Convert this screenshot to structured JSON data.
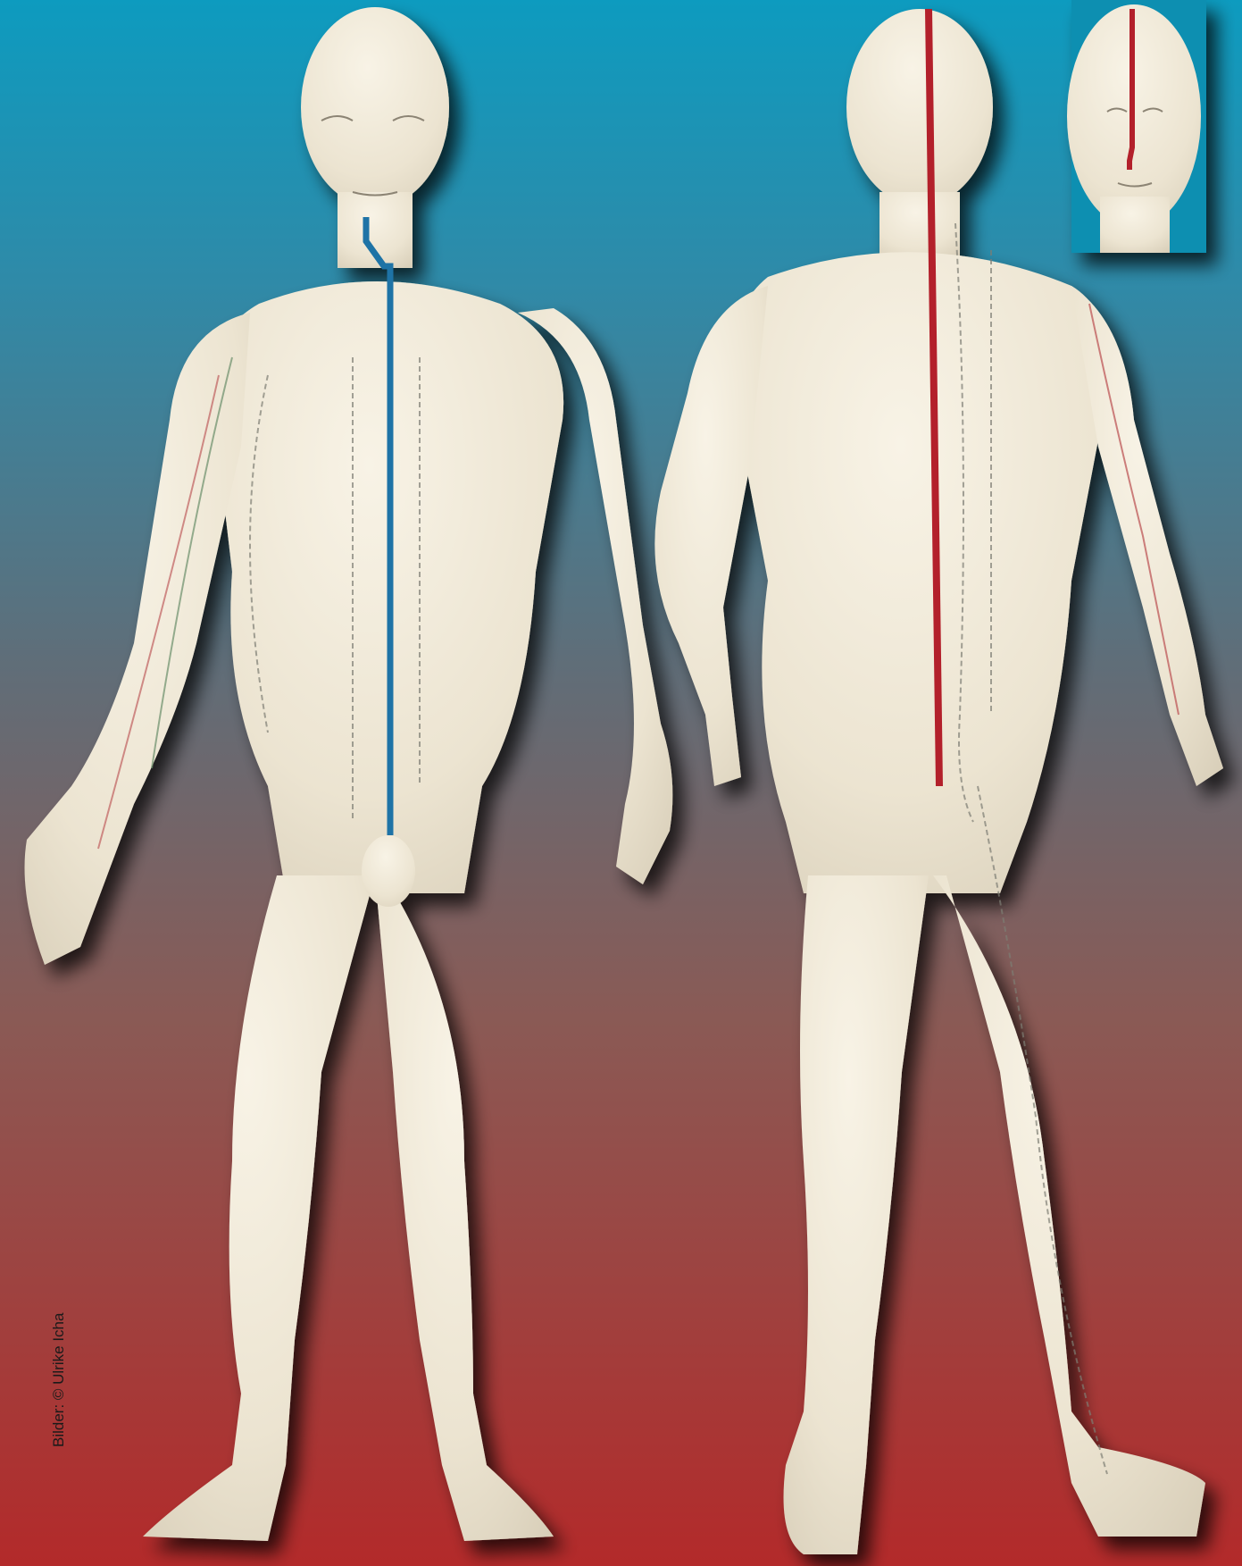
{
  "credit": "Bilder: © Ulrike Icha",
  "colors": {
    "background_top": "#0d9bbf",
    "background_mid": "#5f6e79",
    "background_bottom": "#b32a2a",
    "figure_skin": "#efe8d7",
    "front_meridian_line": "#1e73a6",
    "back_meridian_line": "#b3202b"
  },
  "figures": [
    {
      "view": "front",
      "highlighted_line": "front midline (face to pubis)"
    },
    {
      "view": "back",
      "highlighted_line": "back midline (head to coccyx)"
    },
    {
      "view": "face-inset",
      "highlighted_line": "midline of forehead and nose"
    }
  ]
}
